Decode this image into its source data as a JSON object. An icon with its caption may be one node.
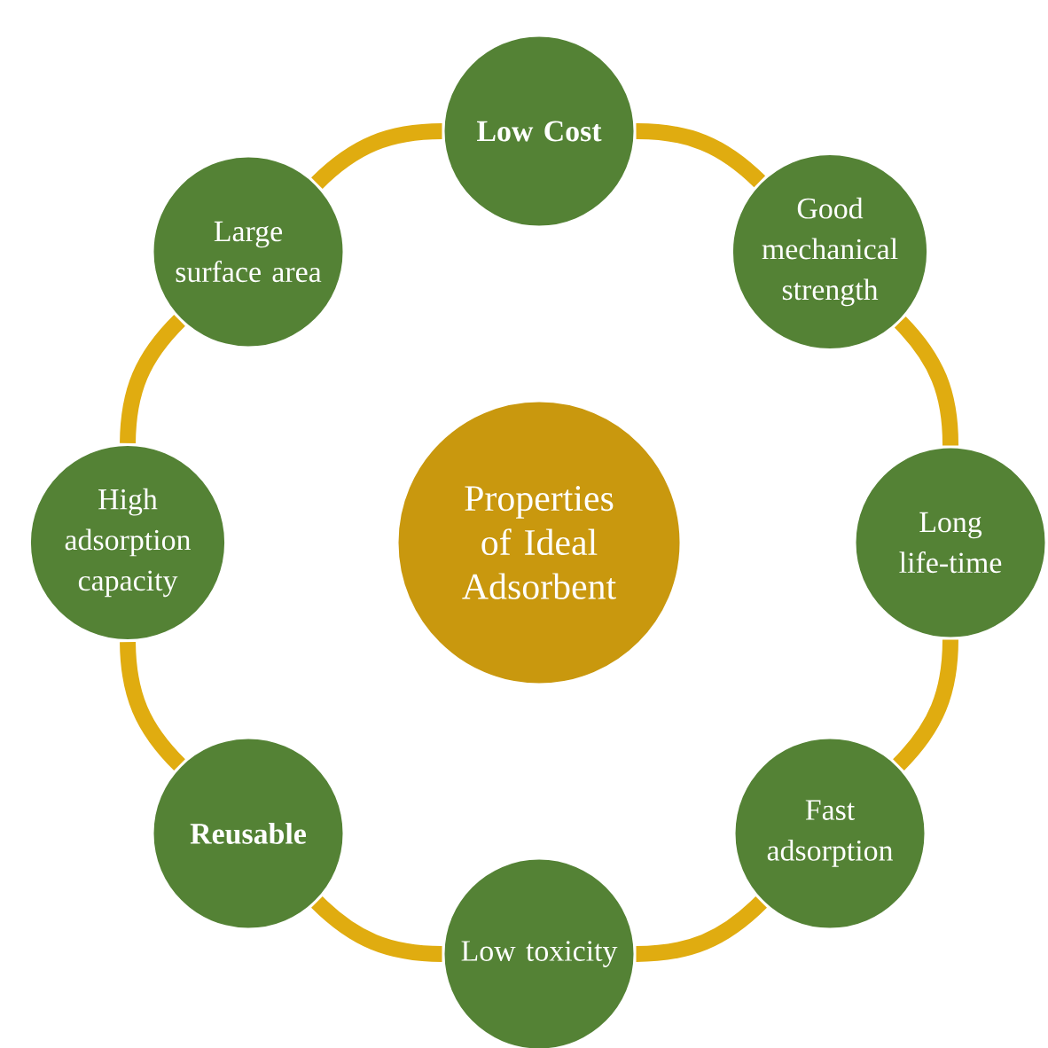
{
  "diagram": {
    "nodes": [
      {
        "text": [
          "Properties of Ideal Adsorbent"
        ]
      },
      {
        "text": [
          "Low Cost"
        ]
      },
      {
        "text": [
          "Good mechanical strength"
        ]
      },
      {
        "text": [
          "Long life-time"
        ]
      },
      {
        "text": [
          "Fast adsorption"
        ]
      },
      {
        "text": [
          "Low toxicity"
        ]
      },
      {
        "text": [
          "Reusable"
        ]
      },
      {
        "text": [
          "High adsorption capacity"
        ]
      },
      {
        "text": [
          "Large surface area"
        ]
      }
    ],
    "edges": [
      {
        "from": 1,
        "to": 2,
        "arrow": "none"
      },
      {
        "from": 2,
        "to": 3,
        "arrow": "none"
      },
      {
        "from": 3,
        "to": 4,
        "arrow": "none"
      },
      {
        "from": 4,
        "to": 5,
        "arrow": "none"
      },
      {
        "from": 5,
        "to": 6,
        "arrow": "none"
      },
      {
        "from": 6,
        "to": 7,
        "arrow": "none"
      },
      {
        "from": 7,
        "to": 8,
        "arrow": "none"
      },
      {
        "from": 8,
        "to": 1,
        "arrow": "none"
      }
    ]
  }
}
